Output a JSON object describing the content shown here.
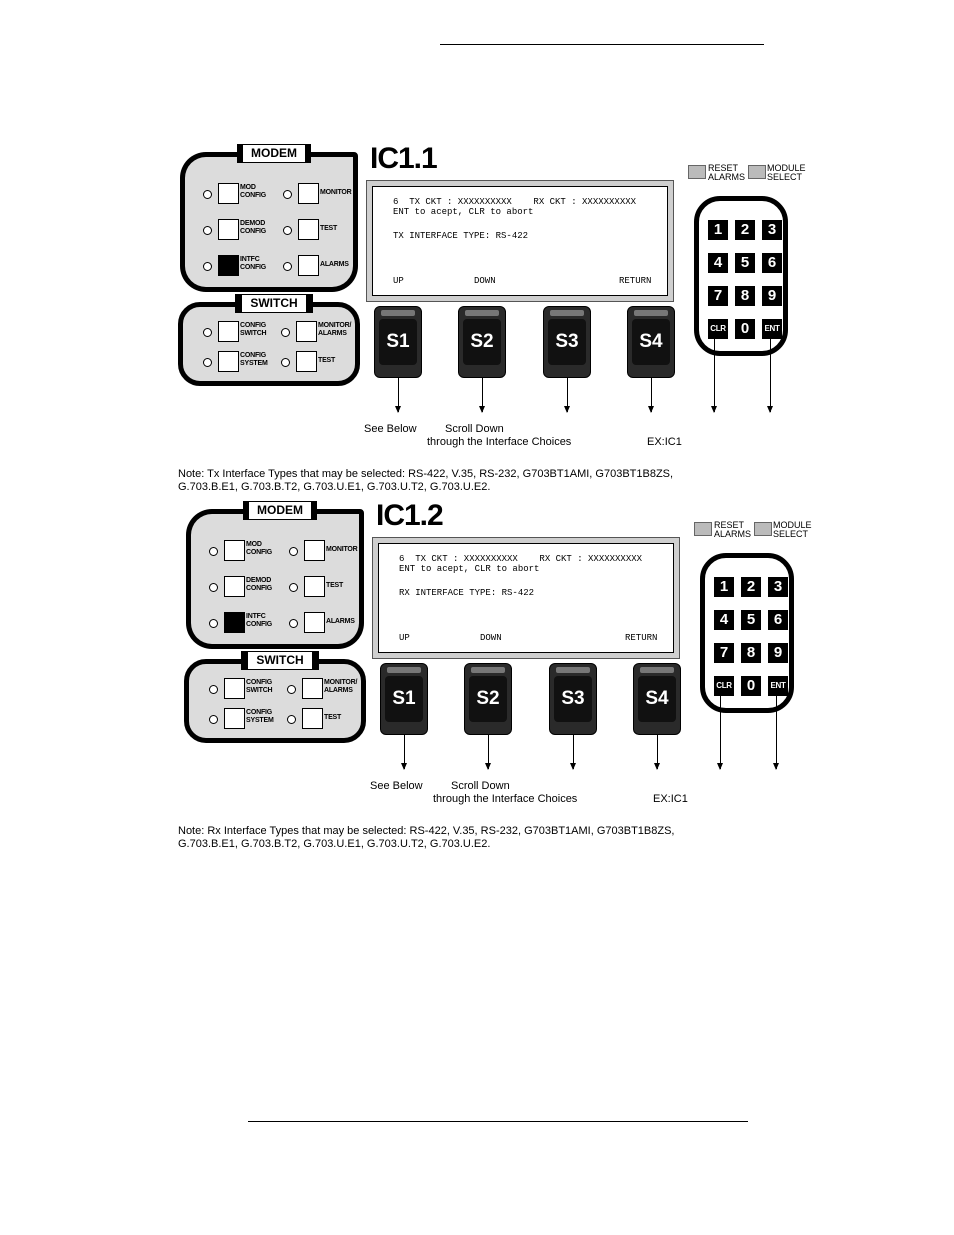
{
  "panels": [
    {
      "title": "IC1.1",
      "modem": {
        "title": "MODEM",
        "keys": [
          {
            "label_1": "MOD",
            "label_2": "CONFIG"
          },
          {
            "label_1": "MONITOR",
            "label_2": ""
          },
          {
            "label_1": "DEMOD",
            "label_2": "CONFIG"
          },
          {
            "label_1": "TEST",
            "label_2": ""
          },
          {
            "label_1": "INTFC",
            "label_2": "CONFIG"
          },
          {
            "label_1": "ALARMS",
            "label_2": ""
          }
        ]
      },
      "switch": {
        "title": "SWITCH",
        "keys": [
          {
            "label_1": "CONFIG",
            "label_2": "SWITCH"
          },
          {
            "label_1": "MONITOR/",
            "label_2": "ALARMS"
          },
          {
            "label_1": "CONFIG",
            "label_2": "SYSTEM"
          },
          {
            "label_1": "TEST",
            "label_2": ""
          }
        ]
      },
      "screen": {
        "line1": "6  TX CKT : XXXXXXXXXX    RX CKT : XXXXXXXXXX",
        "line2": "ENT to acept, CLR to abort",
        "line3": "TX INTERFACE TYPE: RS-422",
        "soft_up": "UP",
        "soft_down": "DOWN",
        "soft_return": "RETURN"
      },
      "softkeys": [
        "S1",
        "S2",
        "S3",
        "S4"
      ],
      "reset_alarms_1": "RESET",
      "reset_alarms_2": "ALARMS",
      "module_select_1": "MODULE",
      "module_select_2": "SELECT",
      "keypad": [
        "1",
        "2",
        "3",
        "4",
        "5",
        "6",
        "7",
        "8",
        "9",
        "CLR",
        "0",
        "ENT"
      ],
      "captions": {
        "see_below": "See Below",
        "scroll_down": "Scroll Down",
        "through": "through the Interface Choices",
        "ex": "EX:IC1"
      },
      "note_line1": "Note:  Tx Interface Types that may be selected:  RS-422, V.35, RS-232, G703BT1AMI, G703BT1B8ZS,",
      "note_line2": "G.703.B.E1, G.703.B.T2, G.703.U.E1, G.703.U.T2, G.703.U.E2."
    },
    {
      "title": "IC1.2",
      "modem": {
        "title": "MODEM",
        "keys": [
          {
            "label_1": "MOD",
            "label_2": "CONFIG"
          },
          {
            "label_1": "MONITOR",
            "label_2": ""
          },
          {
            "label_1": "DEMOD",
            "label_2": "CONFIG"
          },
          {
            "label_1": "TEST",
            "label_2": ""
          },
          {
            "label_1": "INTFC",
            "label_2": "CONFIG"
          },
          {
            "label_1": "ALARMS",
            "label_2": ""
          }
        ]
      },
      "switch": {
        "title": "SWITCH",
        "keys": [
          {
            "label_1": "CONFIG",
            "label_2": "SWITCH"
          },
          {
            "label_1": "MONITOR/",
            "label_2": "ALARMS"
          },
          {
            "label_1": "CONFIG",
            "label_2": "SYSTEM"
          },
          {
            "label_1": "TEST",
            "label_2": ""
          }
        ]
      },
      "screen": {
        "line1": "6  TX CKT : XXXXXXXXXX    RX CKT : XXXXXXXXXX",
        "line2": "ENT to acept, CLR to abort",
        "line3": "RX INTERFACE TYPE: RS-422",
        "soft_up": "UP",
        "soft_down": "DOWN",
        "soft_return": "RETURN"
      },
      "softkeys": [
        "S1",
        "S2",
        "S3",
        "S4"
      ],
      "reset_alarms_1": "RESET",
      "reset_alarms_2": "ALARMS",
      "module_select_1": "MODULE",
      "module_select_2": "SELECT",
      "keypad": [
        "1",
        "2",
        "3",
        "4",
        "5",
        "6",
        "7",
        "8",
        "9",
        "CLR",
        "0",
        "ENT"
      ],
      "captions": {
        "see_below": "See Below",
        "scroll_down": "Scroll Down",
        "through": "through the Interface Choices",
        "ex": "EX:IC1"
      },
      "note_line1": "Note:  Rx Interface Types that may be selected:  RS-422, V.35, RS-232, G703BT1AMI, G703BT1B8ZS,",
      "note_line2": "G.703.B.E1, G.703.B.T2, G.703.U.E1, G.703.U.T2, G.703.U.E2."
    }
  ]
}
